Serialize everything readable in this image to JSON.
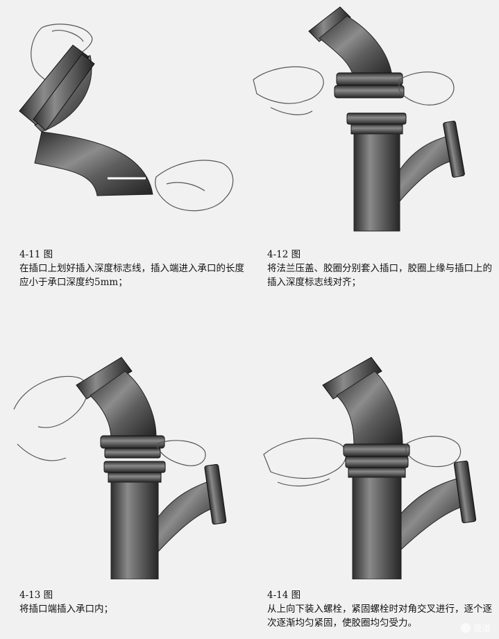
{
  "figures": [
    {
      "number": "4-11 图",
      "text": "在插口上划好插入深度标志线，插入端进入承口的长度应小于承口深度约5mm；"
    },
    {
      "number": "4-12 图",
      "text": "将法兰压盖、胶圈分别套入插口，胶圈上缘与插口上的插入深度标志线对齐；"
    },
    {
      "number": "4-13 图",
      "text": "将插口端插入承口内；"
    },
    {
      "number": "4-14 图",
      "text": "从上向下装入螺栓，紧固螺栓时对角交叉进行，逐个逐次逐渐均匀紧固，使胶圈均匀受力。"
    }
  ],
  "watermark": {
    "text": "管道"
  },
  "colors": {
    "pipe_dark": "#3a3a3a",
    "pipe_mid": "#6e6e6e",
    "pipe_light": "#b5b5b5",
    "background": "#f1f1f1"
  }
}
